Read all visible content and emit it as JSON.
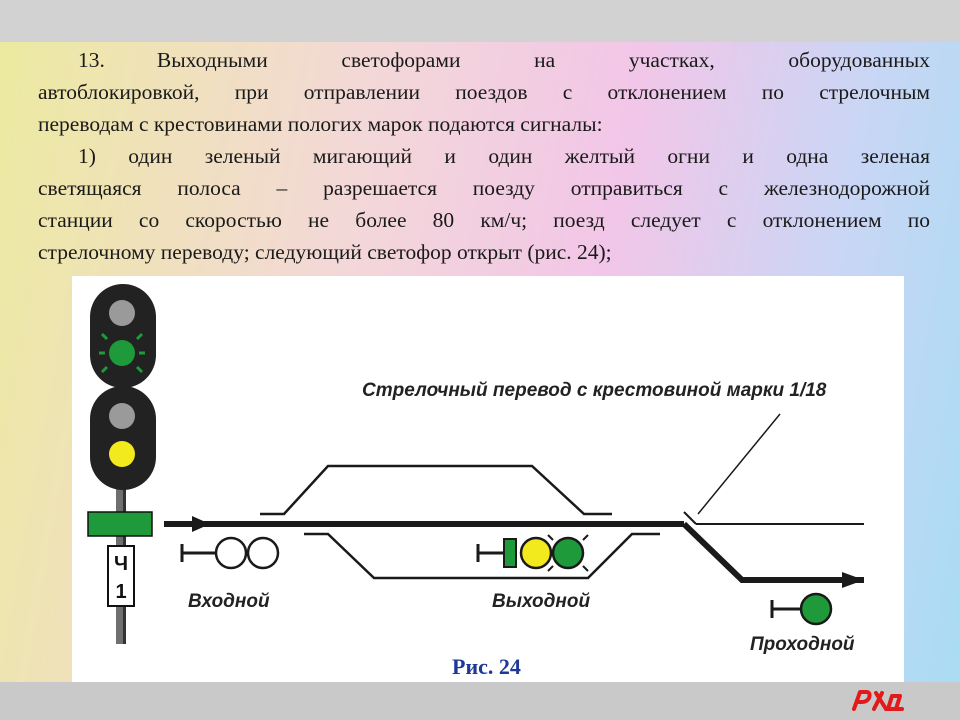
{
  "text": {
    "line1_num": "13.",
    "line1_rest": "Выходными светофорами на участках, оборудованных",
    "line2": "автоблокировкой, при отправлении поездов с отклонением по стрелочным",
    "line3": "переводам с крестовинами пологих марок подаются сигналы:",
    "line4": "1) один зеленый мигающий и один желтый огни и одна зеленая",
    "line5": "светящаяся полоса – разрешается поезду отправиться с железнодорожной",
    "line6": "станции со скоростью не более 80 км/ч; поезд следует с отклонением по",
    "line7": "стрелочному переводу; следующий светофор открыт (рис. 24);"
  },
  "figure": {
    "switch_label": "Стрелочный перевод с крестовиной марки 1/18",
    "entry_label": "Входной",
    "exit_label": "Выходной",
    "pass_label": "Проходной",
    "plate_top": "Ч",
    "plate_bottom": "1",
    "caption": "Рис. 24"
  },
  "logo_text": "РЖД",
  "colors": {
    "green": "#1e9a3a",
    "yellow": "#f2ea1c",
    "off_lamp": "#9a9a9a",
    "signal_body": "#222222",
    "caption": "#1f3a96",
    "logo": "#e21a1a"
  }
}
